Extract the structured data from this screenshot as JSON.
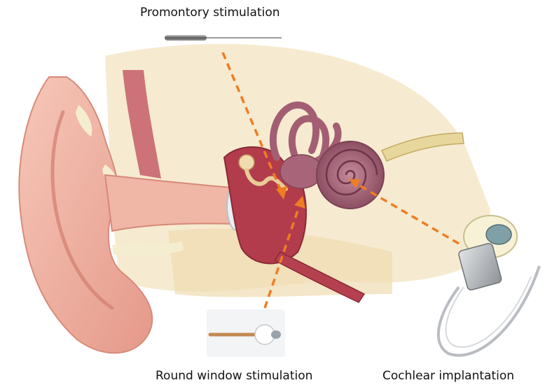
{
  "labels": {
    "promontory": "Promontory stimulation",
    "round_window": "Round window stimulation",
    "cochlear": "Cochlear implantation"
  },
  "colors": {
    "arrow": "#ef7d22",
    "skin": "#f0b9a7",
    "skin_dark": "#d9897a",
    "bone": "#f3e6c4",
    "canal": "#b8404e",
    "cochlea": "#a66a7c"
  }
}
